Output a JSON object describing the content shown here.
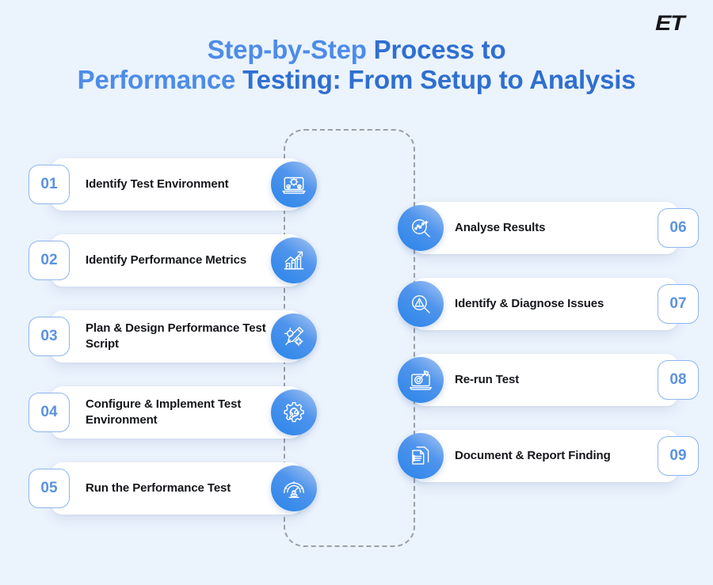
{
  "brand": {
    "logo_text": "ET"
  },
  "title": {
    "line1_light": "Step-by-Step",
    "line1_dark": " Process to",
    "line2_light": "Performance",
    "line2_dark": " Testing: From Setup to Analysis"
  },
  "colors": {
    "background": "#EBF3FD",
    "title_light_blue": "#4D8CE8",
    "title_dark_blue": "#2F6FD0",
    "badge_border": "#8CB6EE",
    "badge_text": "#5B92E0",
    "icon_gradient_from": "#A9C7F4",
    "icon_gradient_to": "#2A85EA",
    "card_background": "#FFFFFF",
    "connector_dash": "#9AA0A6",
    "label_text": "#14161A"
  },
  "steps_left": [
    {
      "number": "01",
      "label": "Identify Test Environment",
      "icon": "laptop-gear-icon"
    },
    {
      "number": "02",
      "label": "Identify Performance Metrics",
      "icon": "bar-chart-growth-icon"
    },
    {
      "number": "03",
      "label": "Plan & Design Performance Test Script",
      "icon": "design-tools-icon"
    },
    {
      "number": "04",
      "label": "Configure & Implement Test Environment",
      "icon": "gear-wrench-icon"
    },
    {
      "number": "05",
      "label": "Run the Performance Test",
      "icon": "speedometer-icon"
    }
  ],
  "steps_right": [
    {
      "number": "06",
      "label": "Analyse Results",
      "icon": "magnifier-chart-icon"
    },
    {
      "number": "07",
      "label": "Identify & Diagnose Issues",
      "icon": "magnifier-alert-icon"
    },
    {
      "number": "08",
      "label": "Re-run Test",
      "icon": "laptop-target-icon"
    },
    {
      "number": "09",
      "label": "Document & Report Finding",
      "icon": "documents-icon"
    }
  ]
}
